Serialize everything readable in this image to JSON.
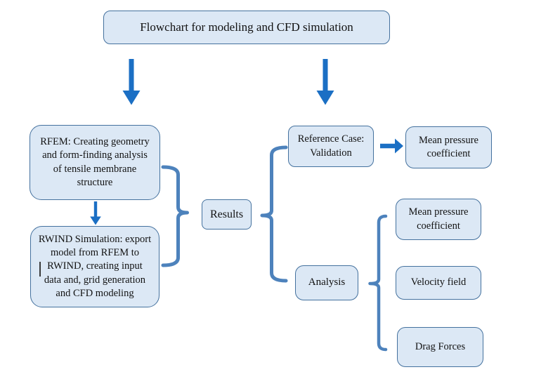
{
  "title_box": {
    "label": "Flowchart for modeling and CFD simulation"
  },
  "left_branch": {
    "rfem_box": {
      "lines": [
        "RFEM: Creating geometry",
        "and form-finding analysis",
        "of tensile membrane",
        "structure"
      ]
    },
    "rwind_box": {
      "lines": [
        "RWIND Simulation: export",
        "model from RFEM to",
        "RWIND, creating input",
        "data and, grid generation",
        "and CFD modeling"
      ]
    }
  },
  "results_box": {
    "label": "Results"
  },
  "right_branch": {
    "reference_box": {
      "lines": [
        "Reference Case:",
        "Validation"
      ]
    },
    "reference_output_box": {
      "lines": [
        "Mean pressure",
        "coefficient"
      ]
    },
    "analysis_box": {
      "label": "Analysis"
    },
    "analysis_outputs": [
      {
        "lines": [
          "Mean pressure",
          "coefficient"
        ]
      },
      {
        "lines": [
          "Velocity field"
        ]
      },
      {
        "lines": [
          "Drag Forces"
        ]
      }
    ]
  },
  "connectors": {
    "down_arrow_left": "down-arrow",
    "down_arrow_right": "down-arrow",
    "down_arrow_small": "down-arrow",
    "right_arrow": "right-arrow",
    "left_brace": "closing-curly-brace",
    "right_brace": "opening-curly-brace",
    "analysis_brace": "opening-curly-brace"
  },
  "colors": {
    "box_fill": "#dce8f5",
    "box_border": "#44719e",
    "brace": "#4d82bc",
    "arrow": "#1b6fc4",
    "text": "#121212",
    "background": "#ffffff"
  }
}
